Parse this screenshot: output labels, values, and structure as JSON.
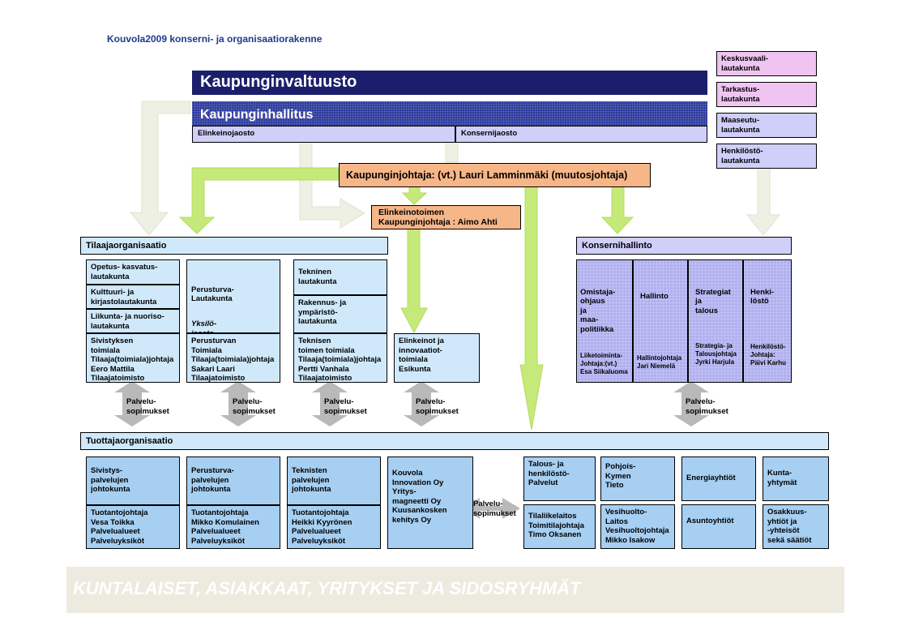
{
  "title": "Kouvola2009 konserni- ja organisaatiorakenne",
  "valtuusto": "Kaupunginvaltuusto",
  "hallitus": "Kaupunginhallitus",
  "jaostot": {
    "left": "Elinkeinojaosto",
    "right": "Konsernijaosto"
  },
  "side_boards": [
    "Keskusvaali-\nlautakunta",
    "Tarkastus-\nlautakunta",
    "Maaseutu-\nlautakunta",
    "Henkilöstö-\nlautakunta"
  ],
  "mayor": "Kaupunginjohtaja: (vt.) Lauri Lamminmäki (muutosjohtaja)",
  "elinkeinotoimen": "Elinkeinotoimen\nKaupunginjohtaja : Aimo Ahti",
  "tilaaja": {
    "header": "Tilaajaorganisaatio",
    "col1": [
      "Opetus- kasvatus-\nlautakunta",
      "Kulttuuri- ja\nkirjastolautakunta",
      "Liikunta- ja nuoriso-\nlautakunta",
      "Sivistyksen\ntoimiala\nTilaaja(toimiala)johtaja\nEero Mattila\nTilaajatoimisto"
    ],
    "col2_top": "Perusturva-\nLautakunta",
    "col2_italic": "Yksilö-\njaosto",
    "col2_bottom": "Perusturvan\nToimiala\nTilaaja(toimiala)johtaja\nSakari Laari\nTilaajatoimisto",
    "col3": [
      "Tekninen\nlautakunta",
      "Rakennus- ja\nympäristö-\nlautakunta",
      "Teknisen\ntoimen toimiala\nTilaaja(toimiala)johtaja\nPertti Vanhala\nTilaajatoimisto"
    ],
    "col4": "Elinkeinot ja\ninnovaatiot-\ntoimiala\nEsikunta"
  },
  "konserni": {
    "header": "Konsernihallinto",
    "cols": [
      {
        "top": "Omistaja-\nohjaus\nja\nmaa-\npolitiikka",
        "bottom": "Liiketoiminta-\nJohtaja:(vt.)\nEsa Siikaluoma"
      },
      {
        "top": "Hallinto",
        "bottom": "Hallintojohtaja\nJari Niemelä"
      },
      {
        "top": "Strategiat\nja\ntalous",
        "bottom": "Strategia- ja\nTalousjohtaja\nJyrki Harjula"
      },
      {
        "top": "Henki-\nlöstö",
        "bottom": "Henkilöstö-\nJohtaja:\nPäivi Karhu"
      }
    ]
  },
  "palvelu_label": "Palvelu-\nsopimukset",
  "tuottaja": {
    "header": "Tuottajaorganisaatio",
    "cols": [
      {
        "top": "Sivistys-\npalvelujen\njohtokunta",
        "bottom": "Tuotantojohtaja\nVesa Toikka\nPalvelualueet\nPalveluyksiköt"
      },
      {
        "top": "Perusturva-\npalvelujen\njohtokunta",
        "bottom": "Tuotantojohtaja\nMikko Komulainen\nPalvelualueet\nPalveluyksiköt"
      },
      {
        "top": "Teknisten\npalvelujen\njohtokunta",
        "bottom": "Tuotantojohtaja\nHeikki Kyyrönen\nPalvelualueet\nPalveluyksiköt"
      }
    ],
    "innovation": "Kouvola\nInnovation Oy\nYritys-\nmagneetti Oy\nKuusankosken\nkehitys Oy",
    "right_top": [
      "Talous- ja\nhenkilöstö-\nPalvelut",
      "Pohjois-\nKymen\nTieto",
      "Energiayhtiöt",
      "Kunta-\nyhtymät"
    ],
    "right_bottom": [
      "Tilaliikelaitos\nToimitilajohtaja\nTimo Oksanen",
      "Vesihuolto-\nLaitos\nVesihuoltojohtaja\nMikko Isakow",
      "Asuntoyhtiöt",
      "Osakkuus-\nyhtiöt ja\n-yhteisöt\nsekä säätiöt"
    ]
  },
  "footer": "KUNTALAISET, ASIAKKAAT, YRITYKSET JA SIDOSRYHMÄT",
  "colors": {
    "navy": "#1b1f6b",
    "orange": "#f7b688",
    "green_arrow": "#c5ea7a",
    "ghost_arrow": "#eef0e4"
  }
}
